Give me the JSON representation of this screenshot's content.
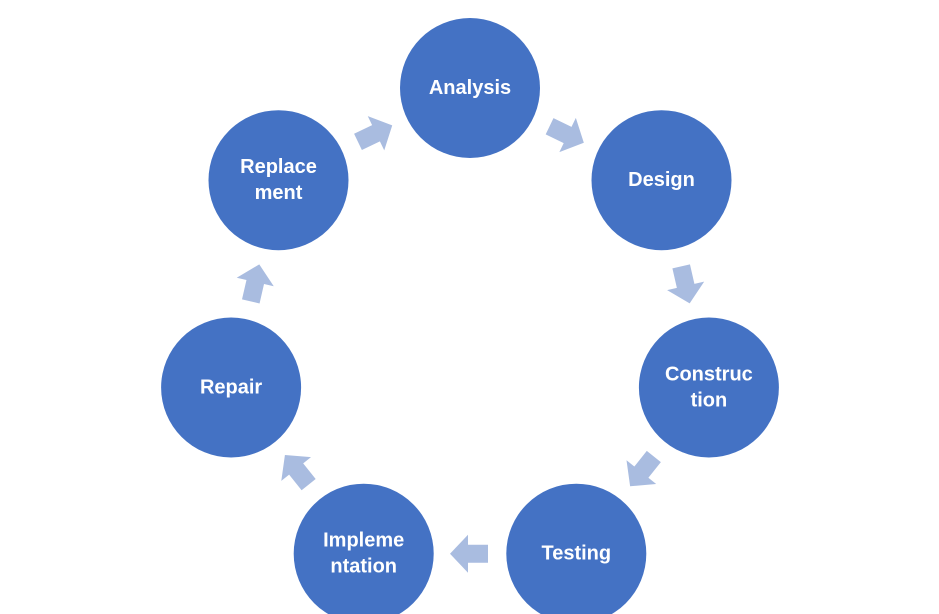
{
  "diagram": {
    "type": "cycle",
    "colors": {
      "node_fill": "#4472c4",
      "arrow_fill": "#a9bce0",
      "label_text": "#ffffff",
      "background": "#ffffff"
    },
    "nodes": [
      {
        "id": "analysis",
        "label_lines": [
          "Analysis"
        ]
      },
      {
        "id": "design",
        "label_lines": [
          "Design"
        ]
      },
      {
        "id": "construction",
        "label_lines": [
          "Construc",
          "tion"
        ]
      },
      {
        "id": "testing",
        "label_lines": [
          "Testing"
        ]
      },
      {
        "id": "implementation",
        "label_lines": [
          "Impleme",
          "ntation"
        ]
      },
      {
        "id": "repair",
        "label_lines": [
          "Repair"
        ]
      },
      {
        "id": "replacement",
        "label_lines": [
          "Replace",
          "ment"
        ]
      }
    ],
    "edges": [
      {
        "from": "analysis",
        "to": "design"
      },
      {
        "from": "design",
        "to": "construction"
      },
      {
        "from": "construction",
        "to": "testing"
      },
      {
        "from": "testing",
        "to": "implementation"
      },
      {
        "from": "implementation",
        "to": "repair"
      },
      {
        "from": "repair",
        "to": "replacement"
      },
      {
        "from": "replacement",
        "to": "analysis"
      }
    ]
  }
}
